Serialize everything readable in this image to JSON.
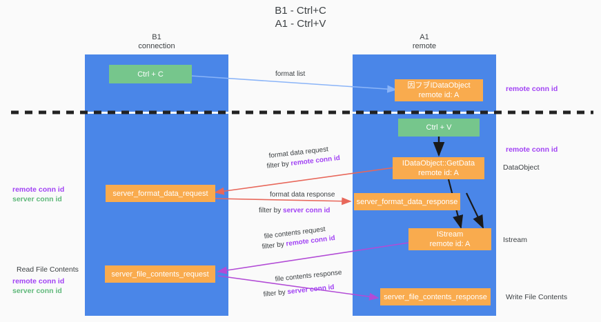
{
  "title": {
    "line1": "B1 - Ctrl+C",
    "line2": "A1 - Ctrl+V"
  },
  "columns": [
    {
      "name": "B1",
      "role": "connection"
    },
    {
      "name": "A1",
      "role": "remote"
    }
  ],
  "nodes": {
    "ctrl_c": "Ctrl + C",
    "ctrl_v": "Ctrl + V",
    "idataobject_top_l1": "因フヺIDataObject",
    "idataobject_top_l2": "remote id: A",
    "getdata_l1": "IDataObject::GetData",
    "getdata_l2": "remote id: A",
    "istream_l1": "IStream",
    "istream_l2": "remote id: A",
    "server_format_data_request": "server_format_data_request",
    "server_format_data_response": "server_format_data_response",
    "server_file_contents_request": "server_file_contents_request",
    "server_file_contents_response": "server_file_contents_response"
  },
  "edge_labels": {
    "format_list": "format list",
    "format_data_request": "format data request",
    "format_data_request_filter_prefix": "filter by ",
    "format_data_request_filter_key": "remote conn id",
    "format_data_response": "format data response",
    "format_data_response_filter_prefix": "filter by ",
    "format_data_response_filter_key": "server conn id",
    "file_contents_request": "file contents request",
    "file_contents_request_filter_prefix": "filter by ",
    "file_contents_request_filter_key": "remote conn id",
    "file_contents_response": "file contents response",
    "file_contents_response_filter_prefix": "filter by ",
    "file_contents_response_filter_key": "server conn id"
  },
  "annotations": {
    "right_top_remote_conn_id": "remote conn id",
    "right_mid_remote_conn_id": "remote conn id",
    "right_dataobject": "DataObject",
    "right_istream": "Istream",
    "right_write_file_contents": "Write File Contents",
    "left_remote_conn_id": "remote conn id",
    "left_server_conn_id": "server conn id",
    "left_read_file_contents": "Read File Contents",
    "left_bottom_remote_conn_id": "remote conn id",
    "left_bottom_server_conn_id": "server conn id"
  },
  "colors": {
    "lane": "#4a86e8",
    "green_node": "#76c68c",
    "orange_node": "#f9ab4e",
    "purple_text": "#a142f4",
    "green_text": "#5fb87a",
    "blue_arrow": "#8ab4f8",
    "red_arrow": "#e8675a",
    "magenta_arrow": "#b24bd6",
    "dark_arrow": "#1a1a1a",
    "divider": "#222222",
    "background": "#fafafa"
  }
}
